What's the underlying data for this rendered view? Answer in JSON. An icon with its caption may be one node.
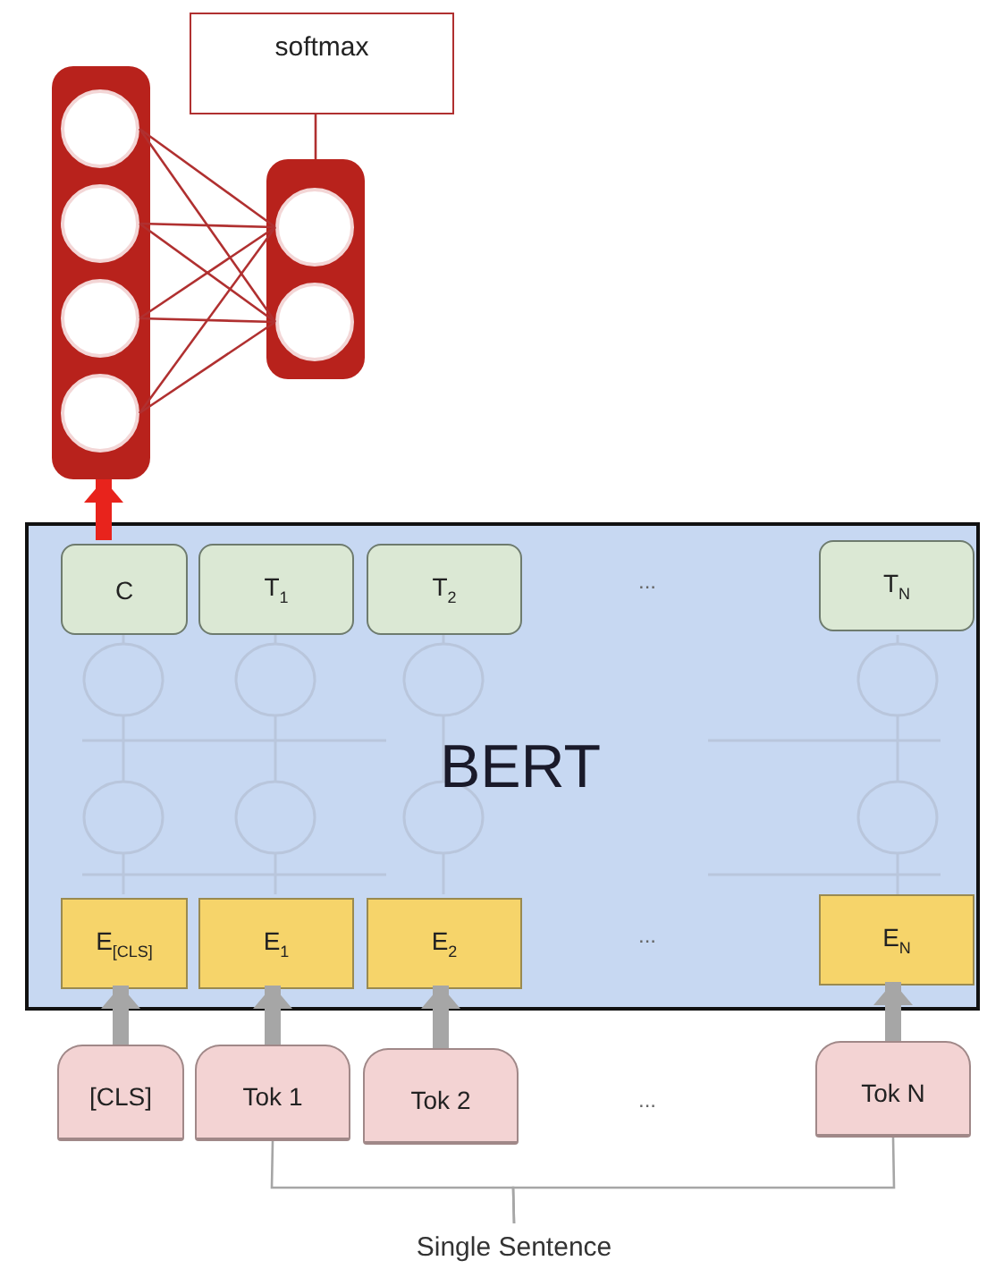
{
  "diagram": {
    "nodes": [
      {
        "text": [
          "softmax"
        ]
      },
      {
        "text": [],
        "shape": "bar"
      },
      {
        "text": [],
        "shape": "circle",
        "in": 1
      },
      {
        "text": [],
        "shape": "circle",
        "in": 1
      },
      {
        "text": [],
        "shape": "circle",
        "in": 1
      },
      {
        "text": [],
        "shape": "circle",
        "in": 1
      },
      {
        "text": [],
        "shape": "bar"
      },
      {
        "text": [],
        "shape": "circle",
        "in": 6
      },
      {
        "text": [],
        "shape": "circle",
        "in": 6
      },
      {
        "text": [
          "BERT"
        ]
      },
      {
        "text": [
          "C"
        ],
        "in": 9
      },
      {
        "text": [
          "T$_{1}$"
        ],
        "in": 9
      },
      {
        "text": [
          "T$_{2}$"
        ],
        "in": 9
      },
      {
        "text": [
          "T$_{N}$"
        ],
        "in": 9
      },
      {
        "text": [
          "E$_{[CLS]}$"
        ],
        "in": 9
      },
      {
        "text": [
          "E$_{1}$"
        ],
        "in": 9
      },
      {
        "text": [
          "E$_{2}$"
        ],
        "in": 9
      },
      {
        "text": [
          "E$_{N}$"
        ],
        "in": 9
      },
      {
        "text": [
          "[CLS]"
        ]
      },
      {
        "text": [
          "Tok 1"
        ]
      },
      {
        "text": [
          "Tok 2"
        ]
      },
      {
        "text": [
          "Tok N"
        ]
      },
      {
        "text": [
          "Single Sentence"
        ]
      }
    ],
    "edges": [
      {
        "from": 2,
        "to": 7,
        "arrow": "none"
      },
      {
        "from": 2,
        "to": 8,
        "arrow": "none"
      },
      {
        "from": 3,
        "to": 7,
        "arrow": "none"
      },
      {
        "from": 3,
        "to": 8,
        "arrow": "none"
      },
      {
        "from": 4,
        "to": 7,
        "arrow": "none"
      },
      {
        "from": 4,
        "to": 8,
        "arrow": "none"
      },
      {
        "from": 5,
        "to": 7,
        "arrow": "none"
      },
      {
        "from": 5,
        "to": 8,
        "arrow": "none"
      },
      {
        "from": 0,
        "to": 6,
        "arrow": "none"
      },
      {
        "from": 10,
        "to": 1,
        "arrow": "to",
        "style": "thick",
        "color": "#e8231c"
      },
      {
        "from": 18,
        "to": 14,
        "arrow": "to",
        "style": "thick",
        "color": "#a6a6a6"
      },
      {
        "from": 19,
        "to": 15,
        "arrow": "to",
        "style": "thick",
        "color": "#a6a6a6"
      },
      {
        "from": 20,
        "to": 16,
        "arrow": "to",
        "style": "thick",
        "color": "#a6a6a6"
      },
      {
        "from": 21,
        "to": 17,
        "arrow": "to",
        "style": "thick",
        "color": "#a6a6a6"
      },
      {
        "from": 19,
        "to": 22,
        "arrow": "none",
        "color": "#a6a6a6"
      },
      {
        "from": 21,
        "to": 22,
        "arrow": "none",
        "color": "#a6a6a6"
      }
    ],
    "labels": [
      "...",
      "...",
      "..."
    ]
  }
}
